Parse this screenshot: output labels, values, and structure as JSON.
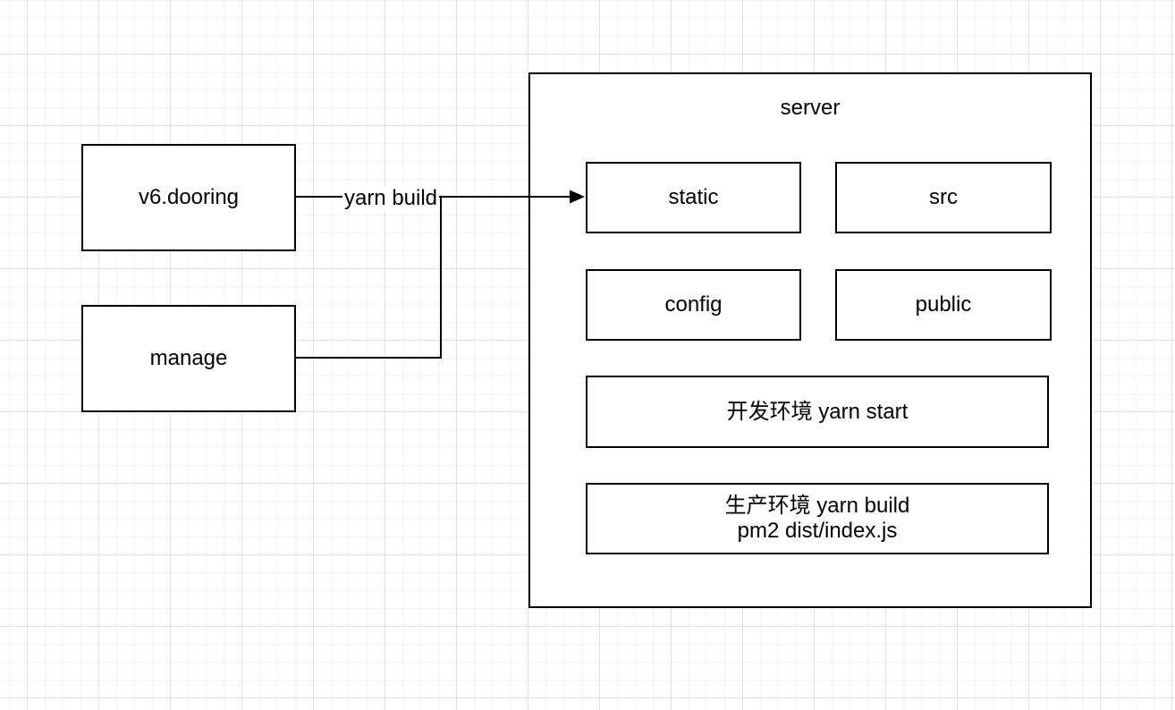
{
  "diagram": {
    "nodes": {
      "v6dooring": {
        "label": "v6.dooring"
      },
      "manage": {
        "label": "manage"
      },
      "server": {
        "label": "server"
      },
      "static": {
        "label": "static"
      },
      "src": {
        "label": "src"
      },
      "config": {
        "label": "config"
      },
      "public": {
        "label": "public"
      },
      "dev_env": {
        "label": "开发环境 yarn start"
      },
      "prod_env": {
        "line1": "生产环境 yarn build",
        "line2": "pm2 dist/index.js"
      }
    },
    "edges": {
      "yarn_build": {
        "label": "yarn build"
      }
    },
    "colors": {
      "stroke": "#000000",
      "node_fill": "#ffffff",
      "bg": "#ffffff",
      "grid_minor": "#f5f5f5",
      "grid_major": "#e3e3e3"
    }
  }
}
